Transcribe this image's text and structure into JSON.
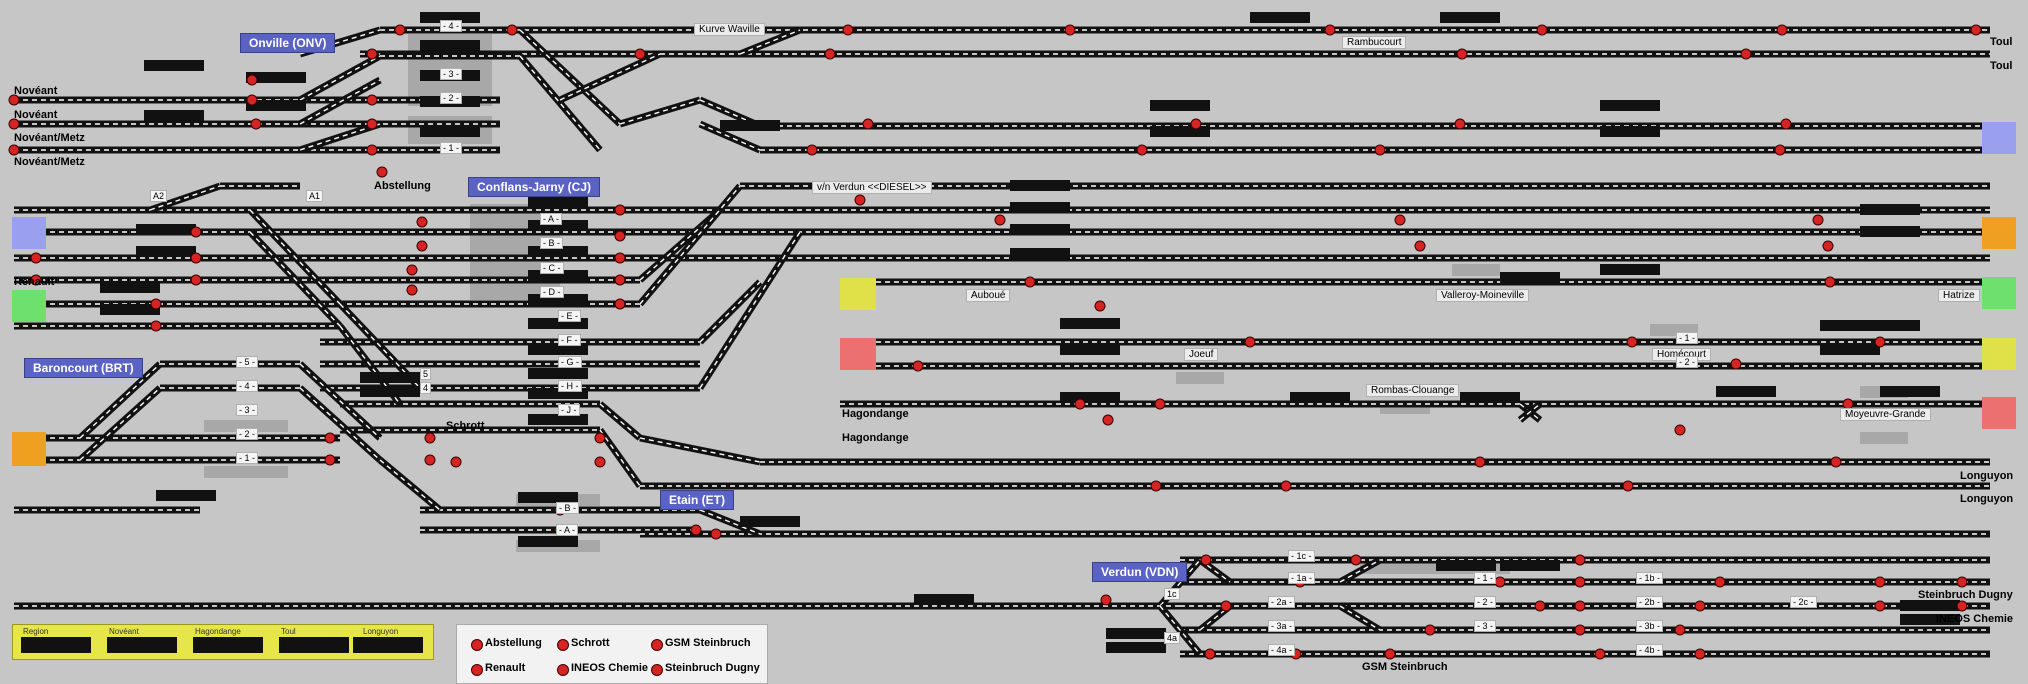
{
  "stations": [
    {
      "id": "onville",
      "label": "Onville (ONV)"
    },
    {
      "id": "conflans",
      "label": "Conflans-Jarny (CJ)"
    },
    {
      "id": "baroncourt",
      "label": "Baroncourt (BRT)"
    },
    {
      "id": "etain",
      "label": "Etain (ET)"
    },
    {
      "id": "verdun",
      "label": "Verdun (VDN)"
    }
  ],
  "destinations": {
    "noveant1": "Novéant",
    "noveant2": "Novéant",
    "noveant_metz1": "Novéant/Metz",
    "noveant_metz2": "Novéant/Metz",
    "toul1": "Toul",
    "toul2": "Toul",
    "renault": "Renault",
    "hagondange1": "Hagondange",
    "hagondange2": "Hagondange",
    "longuyon1": "Longuyon",
    "longuyon2": "Longuyon",
    "steinbruch": "Steinbruch Dugny",
    "ineos": "INEOS Chemie",
    "abstellung": "Abstellung",
    "schrott": "Schrott",
    "gsm": "GSM Steinbruch"
  },
  "places": {
    "kurve": "Kurve Waville",
    "rambucourt": "Rambucourt",
    "auboue": "Auboué",
    "valleroy": "Valleroy-Moineville",
    "hatrize": "Hatrize",
    "joeuf": "Joeuf",
    "homecourt": "Homécourt",
    "rombas": "Rombas-Clouange",
    "moyeuvre": "Moyeuvre-Grande",
    "verdun_note": "v/n Verdun <<DIESEL>>"
  },
  "track_labels": {
    "onv_4": "- 4 -",
    "onv_3": "- 3 -",
    "onv_2": "- 2 -",
    "onv_1": "- 1 -",
    "a2": "A2",
    "a1": "A1",
    "cj_a": "- A -",
    "cj_b": "- B -",
    "cj_c": "- C -",
    "cj_d": "- D -",
    "cj_e": "- E -",
    "cj_f": "- F -",
    "cj_g": "- G -",
    "cj_h": "- H -",
    "cj_j": "- J -",
    "brt_5": "- 5 -",
    "brt_4": "- 4 -",
    "brt_3": "- 3 -",
    "brt_2": "- 2 -",
    "brt_1": "- 1 -",
    "brt_side5": "5",
    "brt_side4": "4",
    "et_b": "- B -",
    "et_a": "- A -",
    "home_1": "- 1 -",
    "home_2": "- 2 -",
    "vdn_1c": "- 1c -",
    "vdn_1a": "- 1a -",
    "vdn_2a": "- 2a -",
    "vdn_3a": "- 3a -",
    "vdn_4a": "- 4a -",
    "vdn_1": "- 1 -",
    "vdn_2": "- 2 -",
    "vdn_3": "- 3 -",
    "vdn_1b": "- 1b -",
    "vdn_2b": "- 2b -",
    "vdn_3b": "- 3b -",
    "vdn_4b": "- 4b -",
    "vdn_2c": "- 2c -",
    "vdn_side1c": "1c",
    "vdn_side4a": "4a"
  },
  "legend": [
    {
      "label": "Region"
    },
    {
      "label": "Novéant"
    },
    {
      "label": "Hagondange"
    },
    {
      "label": "Toul"
    },
    {
      "label": "Longuyon"
    }
  ],
  "signal_key": [
    {
      "label": "Abstellung"
    },
    {
      "label": "Schrott"
    },
    {
      "label": "GSM Steinbruch"
    },
    {
      "label": "Renault"
    },
    {
      "label": "INEOS Chemie"
    },
    {
      "label": "Steinbruch Dugny"
    }
  ],
  "colors": {
    "background": "#c6c6c6",
    "track": "#111111",
    "track_dash": "#ffffff",
    "signal": "#d42424",
    "station_box": "#5a63c4",
    "zone_blue": "#9aa0ee",
    "zone_orange": "#f0a020",
    "zone_green": "#6ee06e",
    "zone_yellow": "#e0e048",
    "zone_red": "#ec7070",
    "legend_bg": "#e6e64a"
  },
  "icons": [
    "signal-icon",
    "switch-icon",
    "train-block-icon"
  ]
}
